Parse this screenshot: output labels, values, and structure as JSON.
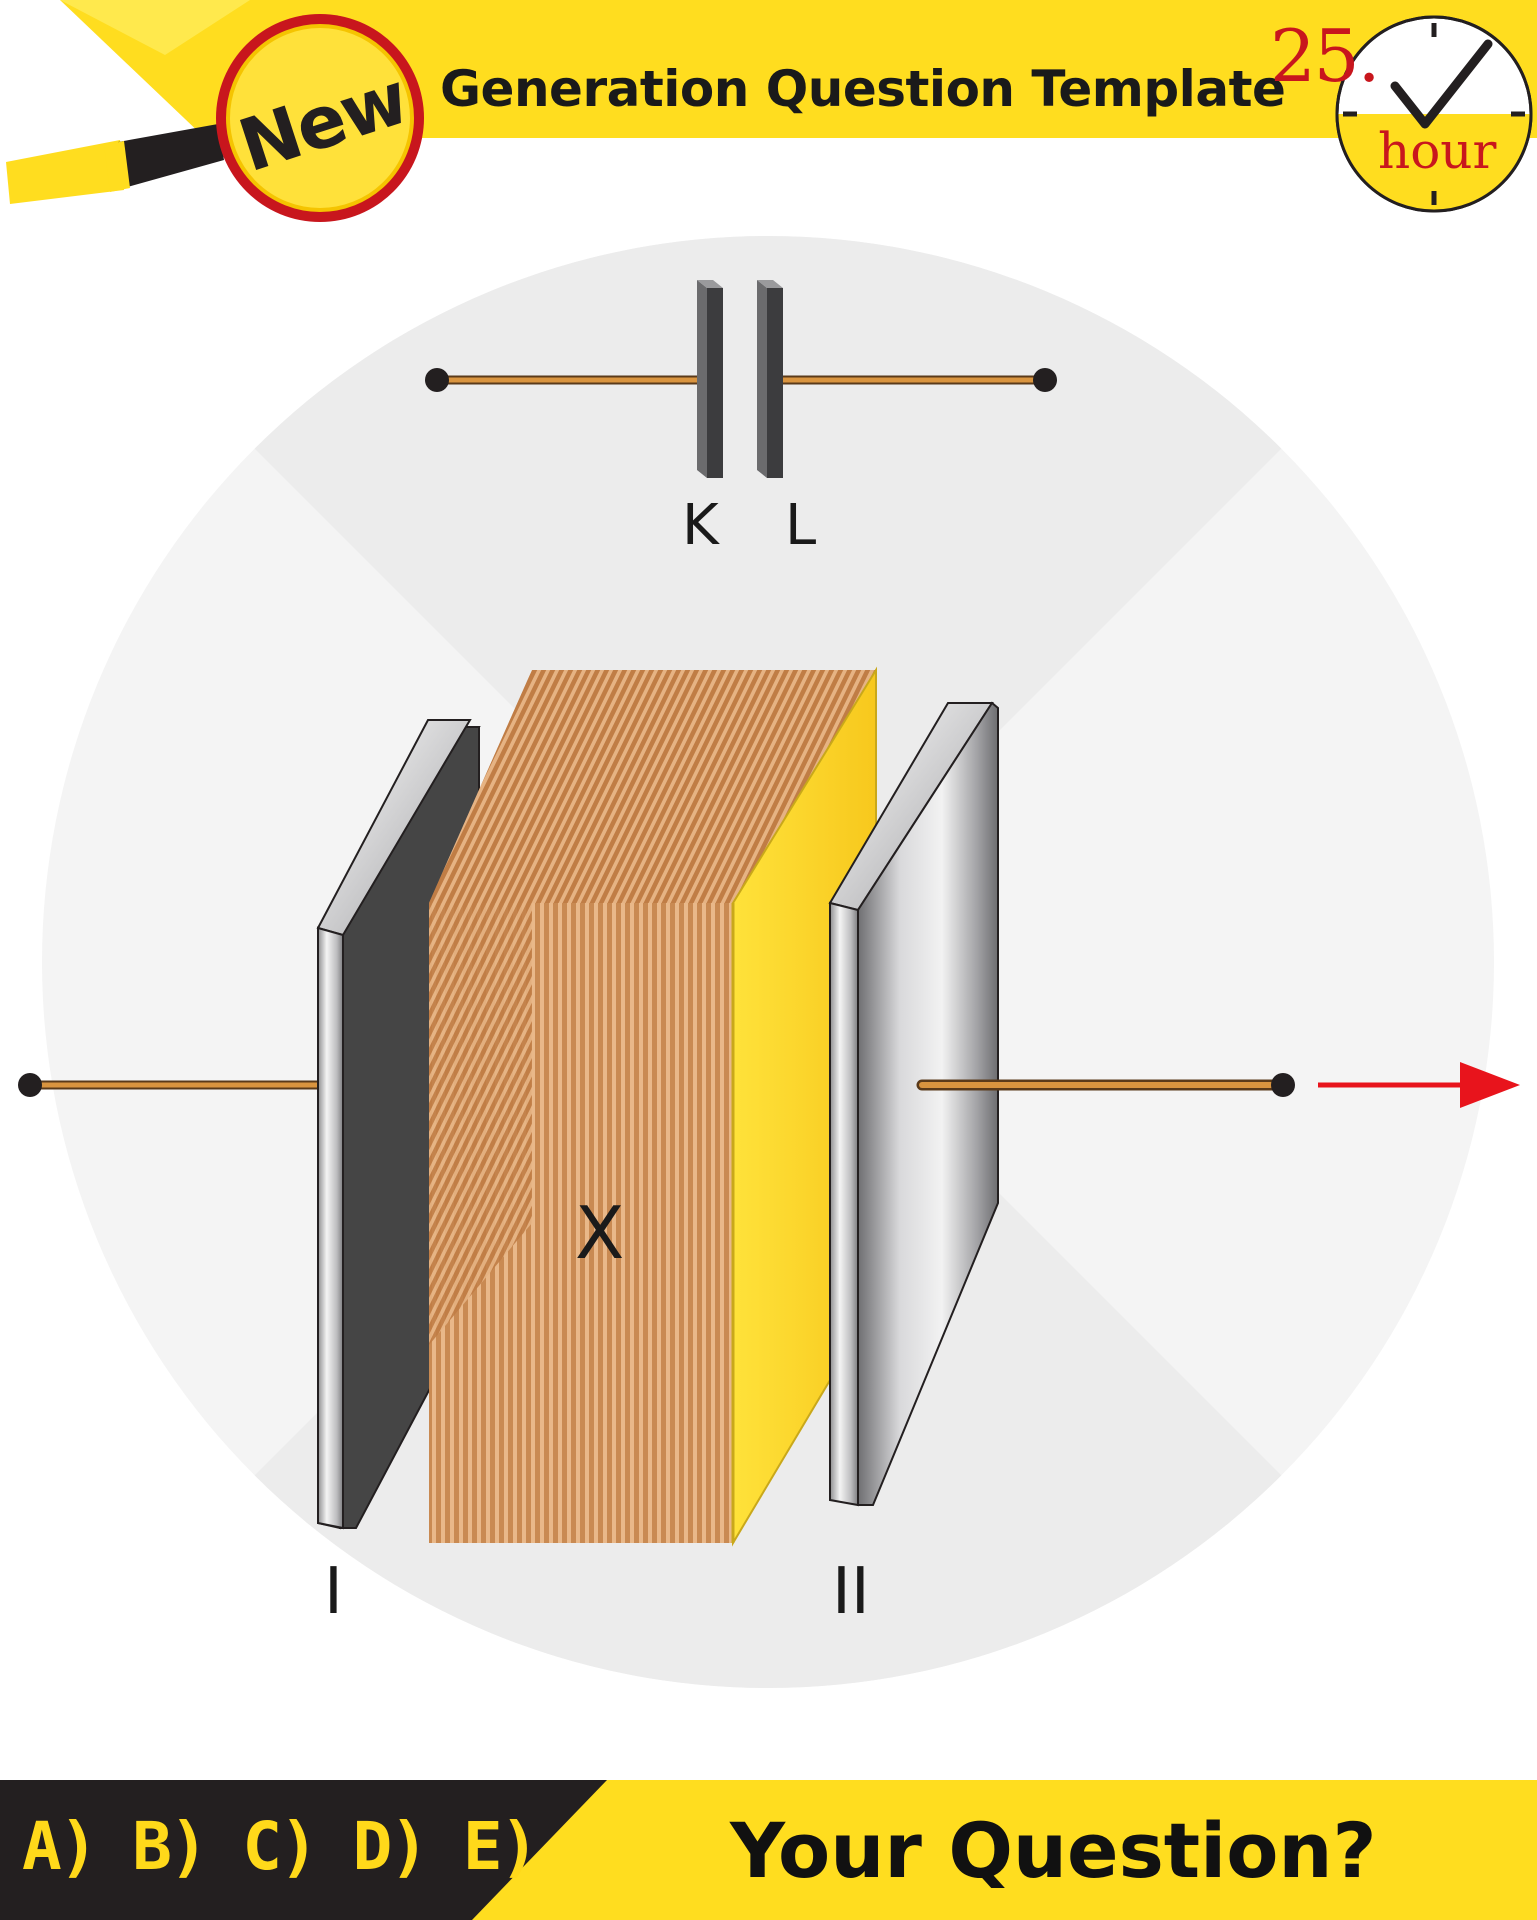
{
  "header": {
    "badge_text": "New",
    "title": "Generation Question Template",
    "hour_number": "25.",
    "hour_word": "hour",
    "icons": [
      "magnifier-icon",
      "clock-check-icon"
    ]
  },
  "diagram": {
    "capacitor_labels": {
      "left_plate": "K",
      "right_plate": "L"
    },
    "plate_labels": {
      "left_plate": "I",
      "right_plate": "II"
    },
    "dielectric_label": "X",
    "arrow_direction": "right"
  },
  "footer": {
    "answer_options": "A) B) C) D) E)",
    "question": "Your Question?"
  },
  "colors": {
    "accent_yellow": "#ffdd1f",
    "footer_dark": "#231f20",
    "badge_red": "#c8161d",
    "wire_orange": "#c47a33",
    "arrow_red": "#e8141c"
  }
}
